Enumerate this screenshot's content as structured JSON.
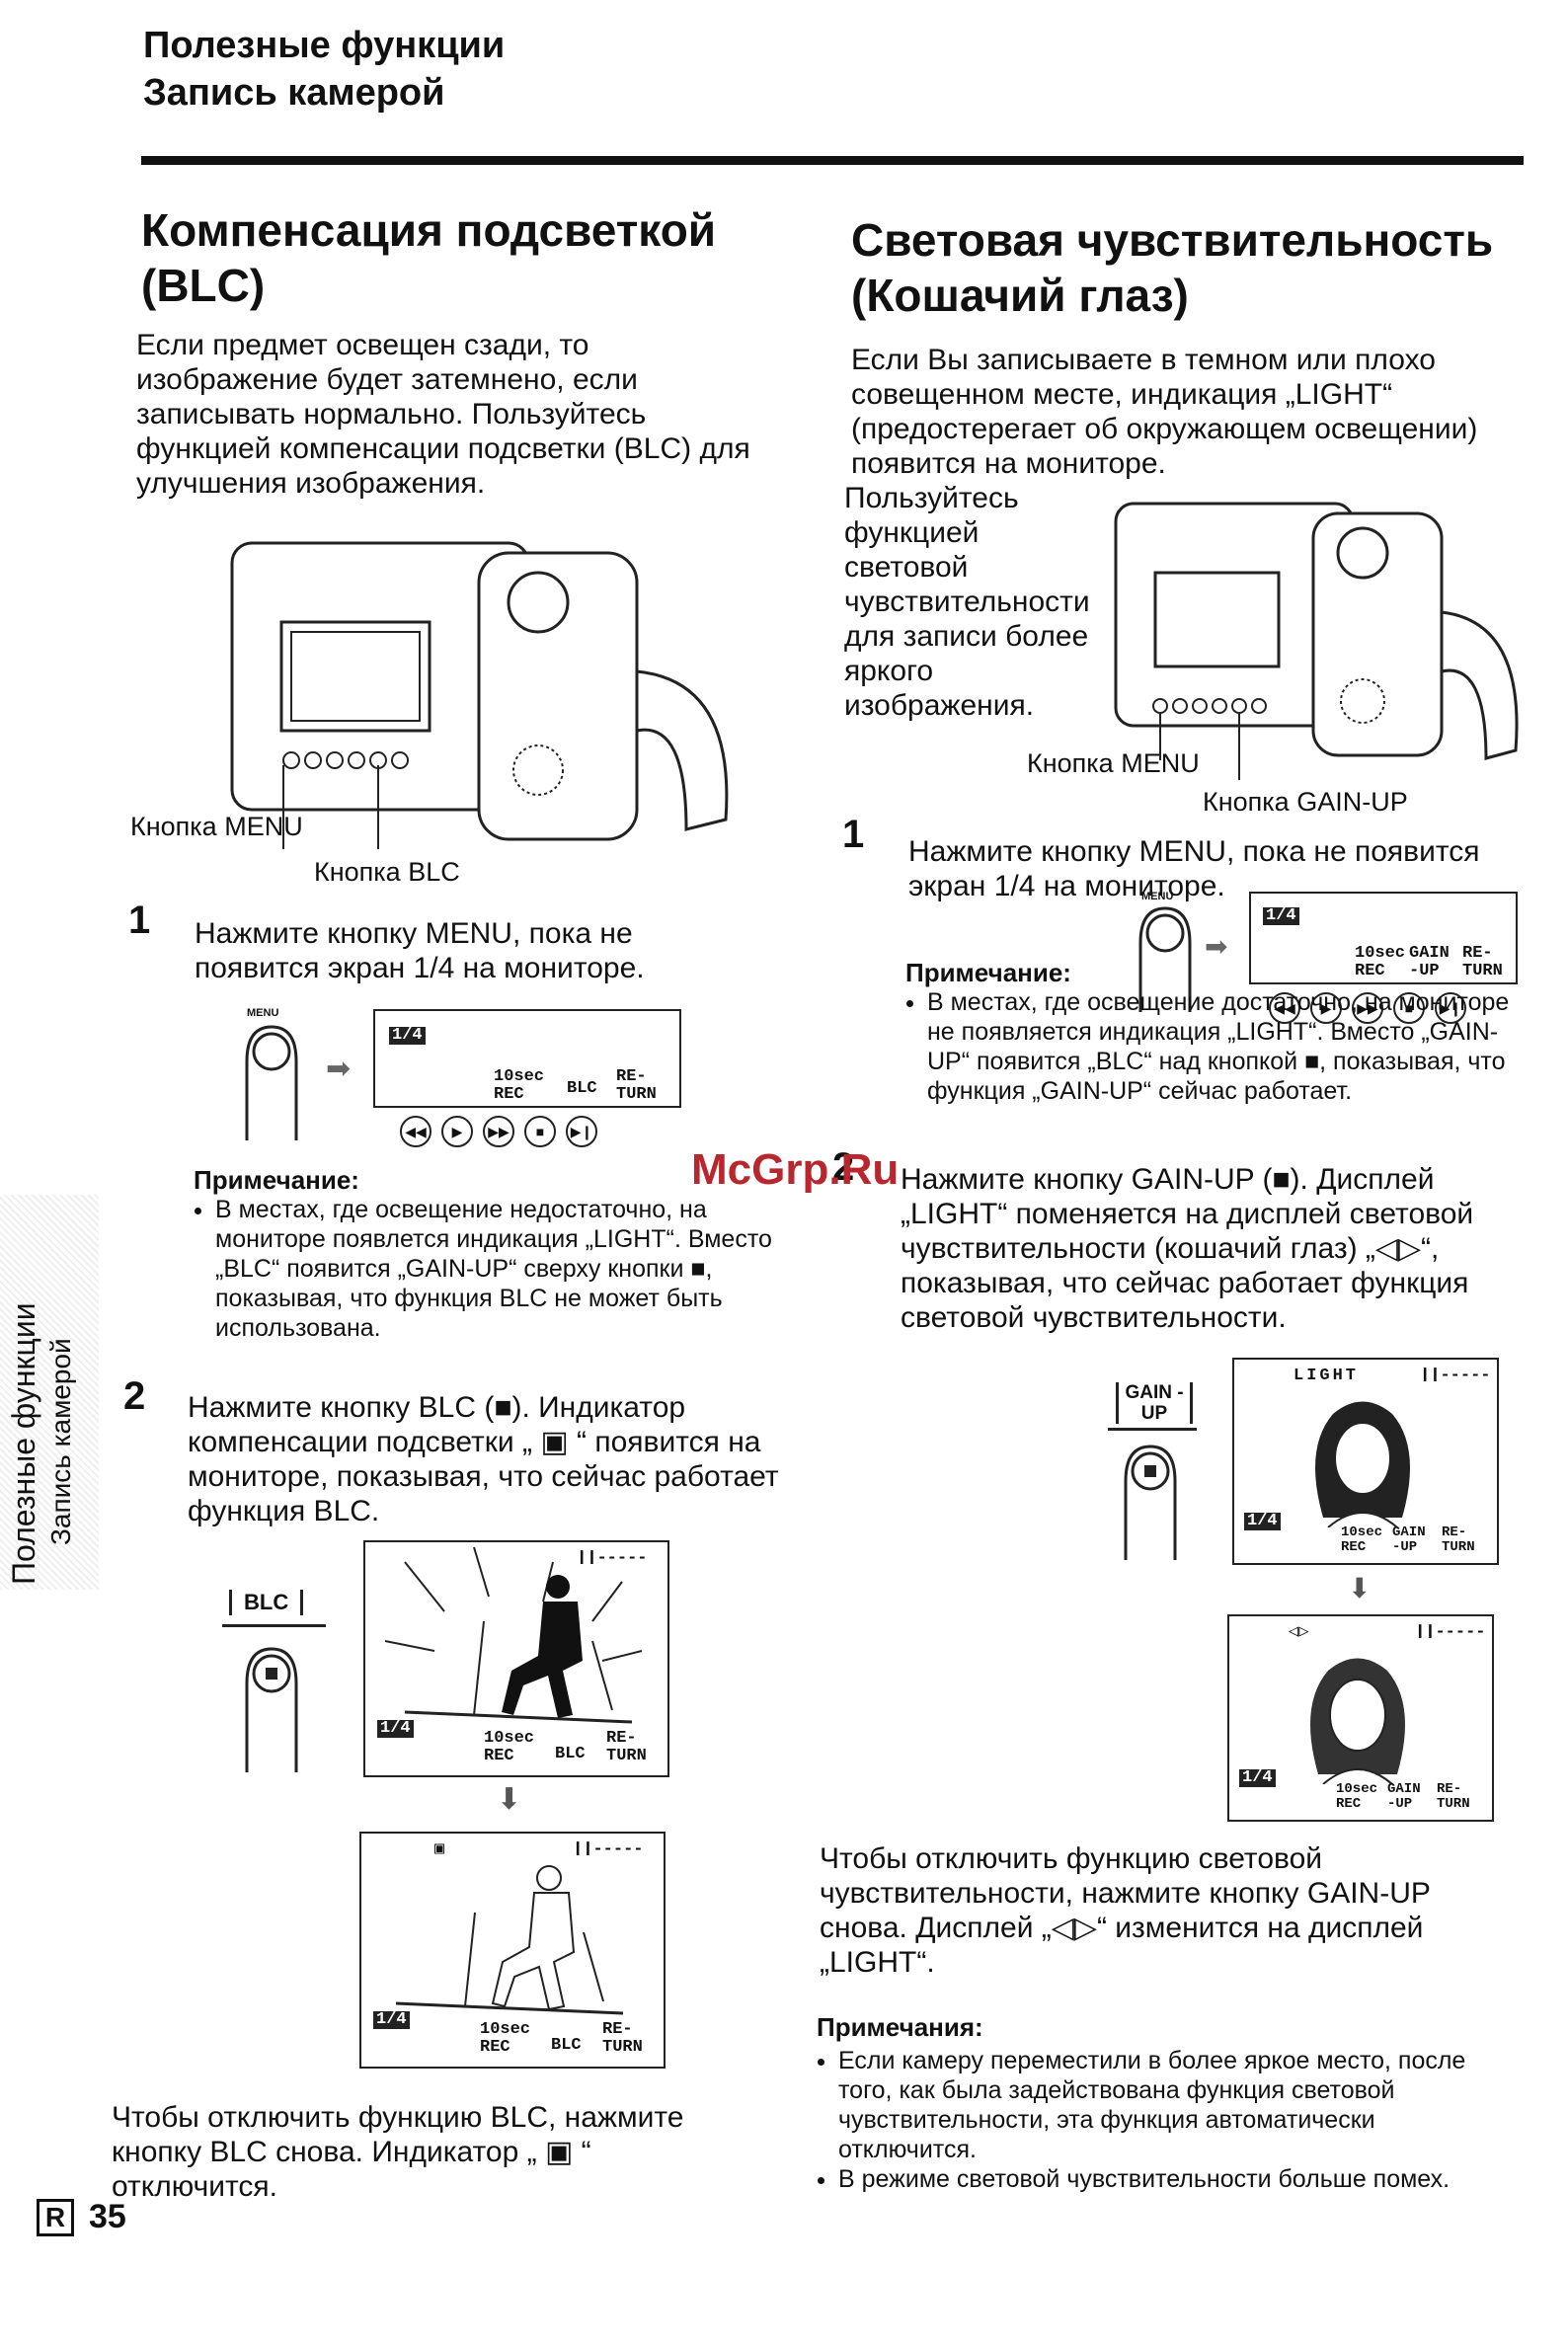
{
  "header": {
    "line1": "Полезные функции",
    "line2": "Запись камерой"
  },
  "left": {
    "title": "Компенсация подсветкой (BLC)",
    "intro": "Если предмет освещен сзади, то изображение будет затемнено, если записывать нормально. Пользуйтесь функцией компенсации подсветки (BLC) для улучшения изображения.",
    "label_menu": "Кнопка MENU",
    "label_blc": "Кнопка BLC",
    "step1_num": "1",
    "step1_text": "Нажмите кнопку MENU, пока не появится экран 1/4 на мониторе.",
    "note_title": "Примечание:",
    "note_text": "В местах, где освещение недостаточно, на мониторе появлется индикация „LIGHT“. Вместо „BLC“ появится „GAIN-UP“ сверху кнопки ■, показывая, что функция BLC не может быть использована.",
    "step2_num": "2",
    "step2_text": "Нажмите кнопку BLC (■). Индикатор компенсации подсветки „ ▣ “ появится на мониторе, показывая, что сейчас работает функция BLC.",
    "blc_key": "BLC",
    "outro": "Чтобы отключить функцию BLC, нажмите кнопку BLC снова. Индикатор „ ▣ “ отключится."
  },
  "right": {
    "title": "Световая чувствительность (Кошачий глаз)",
    "intro": "Если Вы записываете в темном или плохо совещенном месте, индикация „LIGHT“ (предостерегает об окружающем освещении) появится на мониторе.",
    "intro2": "Пользуйтесь функцией световой чувствительности для записи более яркого изображения.",
    "label_menu": "Кнопка MENU",
    "label_gain": "Кнопка GAIN-UP",
    "step1_num": "1",
    "step1_text": "Нажмите кнопку MENU, пока не появится экран 1/4 на мониторе.",
    "note_title": "Примечание:",
    "note_text": "В местах, где освещение достаточно, на мониторе не появляется индикация „LIGHT“. Вместо „GAIN-UP“ появится „BLC“ над кнопкой ■, показывая, что функция „GAIN-UP“ сейчас работает.",
    "step2_num": "2",
    "step2_text": "Нажмите кнопку GAIN-UP (■). Дисплей „LIGHT“ поменяется на дисплей световой чувствительности (кошачий глаз) „◁▷“, показывая, что сейчас работает функция световой чувствительности.",
    "gain_key": "GAIN -UP",
    "light_label": "LIGHT",
    "outro": "Чтобы отключить функцию световой чувствительности, нажмите кнопку GAIN-UP снова. Дисплей „◁▷“ изменится на дисплей „LIGHT“.",
    "notes_title": "Примечания:",
    "notes": [
      "Если камеру переместили в более яркое место, после того, как была задействована функция световой чувствительности, эта функция автоматически отключится.",
      "В режиме световой чувствительности больше помех."
    ]
  },
  "monitor": {
    "quarter": "1/4",
    "rec": "10sec REC",
    "blc": "BLC",
    "gain": "GAIN -UP",
    "return": "RE- TURN",
    "menu_small": "MENU"
  },
  "sidebar": {
    "line1": "Полезные функции",
    "line2": "Запись камерой"
  },
  "footer": {
    "badge": "R",
    "page": "35"
  },
  "watermark": "McGrp.Ru"
}
